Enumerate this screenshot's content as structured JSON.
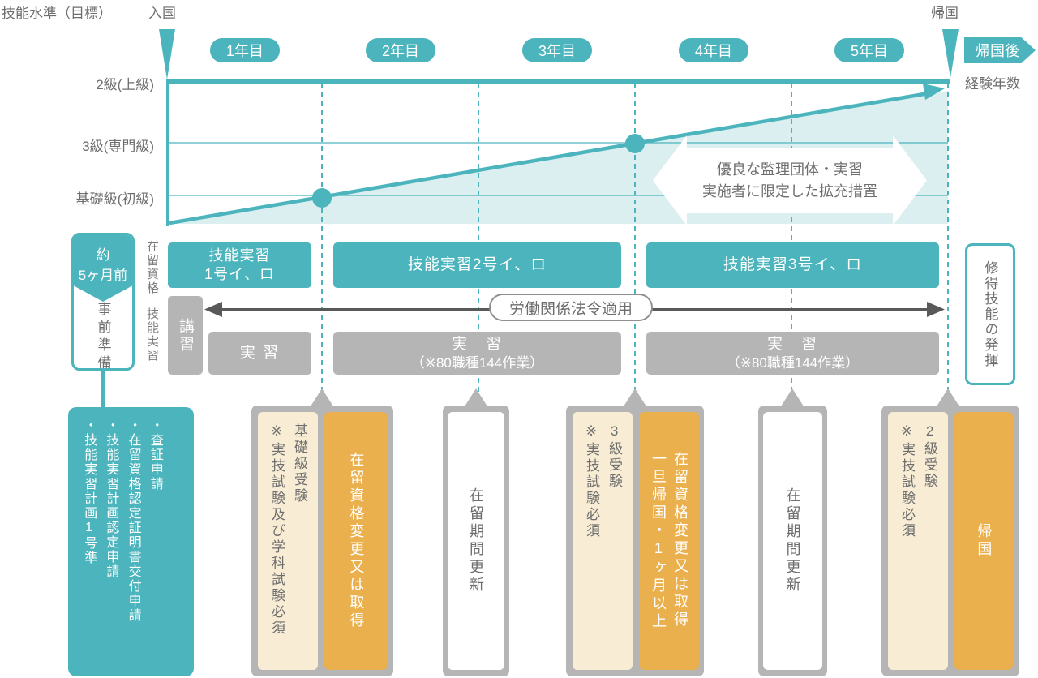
{
  "colors": {
    "teal": "#4BB4BC",
    "teal_fill": "#DBEEF0",
    "gray_bar": "#B5B5B5",
    "orange": "#EBB04E",
    "cream": "#F8EDD4",
    "arrow_dark": "#595959",
    "text_gray": "#6E6E6E"
  },
  "header": {
    "skill_axis": "技能水準（目標）",
    "entry": "入国",
    "return": "帰国",
    "after_return": "帰国後",
    "experience": "経験年数",
    "years": [
      "1年目",
      "2年目",
      "3年目",
      "4年目",
      "5年目"
    ]
  },
  "axis": {
    "level_upper": "2級(上級)",
    "level_expert": "3級(専門級)",
    "level_basic": "基礎級(初級)"
  },
  "chart_data": {
    "type": "line",
    "title": "技能水準（目標）",
    "xlabel": "経験年数",
    "x_ticks": [
      "1年目",
      "2年目",
      "3年目",
      "4年目",
      "5年目"
    ],
    "y_levels": [
      "基礎級(初級)",
      "3級(専門級)",
      "2級(上級)"
    ],
    "points": [
      {
        "x_year": 0,
        "level": "",
        "label": "入国"
      },
      {
        "x_year": 1,
        "level": "基礎級(初級)"
      },
      {
        "x_year": 3,
        "level": "3級(専門級)"
      },
      {
        "x_year": 5,
        "level": "2級(上級)",
        "label": "帰国"
      }
    ],
    "annotation": "優良な監理団体・実習実施者に限定した拡充措置",
    "grid": "vertical-dashed-year-boundaries",
    "legend": "none"
  },
  "annotation": {
    "line1": "優良な監理団体・実習",
    "line2": "実施者に限定した拡充措置"
  },
  "rows": {
    "residence": "在留資格",
    "training": "技能実習",
    "lecture": "講習",
    "law": "労働関係法令適用",
    "outcome": "修得技能の発揮"
  },
  "bars": {
    "no1_line1": "技能実習",
    "no1_line2": "1号イ、ロ",
    "no2": "技能実習2号イ、ロ",
    "no3": "技能実習3号イ、ロ",
    "practice1": "実 習",
    "practice2_line1": "実　習",
    "practice2_line2": "（※80職種144作業）",
    "practice3_line1": "実　習",
    "practice3_line2": "（※80職種144作業）"
  },
  "preparation": {
    "timing_line1": "約",
    "timing_line2": "5ヶ月前",
    "label": "事前準備",
    "items": [
      "・査証申請",
      "・在留資格認定証明書交付申請",
      "・技能実習計画認定申請",
      "・技能実習計画1号準"
    ]
  },
  "milestones": [
    {
      "exam": "基礎級受験",
      "note": "※実技試験及び学科試験必須",
      "action": "在留資格変更又は取得"
    },
    {
      "action": "在留期間更新"
    },
    {
      "exam": "3級受験",
      "note": "※実技試験必須",
      "action": "在留資格変更又は取得",
      "action_note": "一旦帰国・1ヶ月以上"
    },
    {
      "action": "在留期間更新"
    },
    {
      "exam": "2級受験",
      "note": "※実技試験必須",
      "action": "帰国"
    }
  ]
}
